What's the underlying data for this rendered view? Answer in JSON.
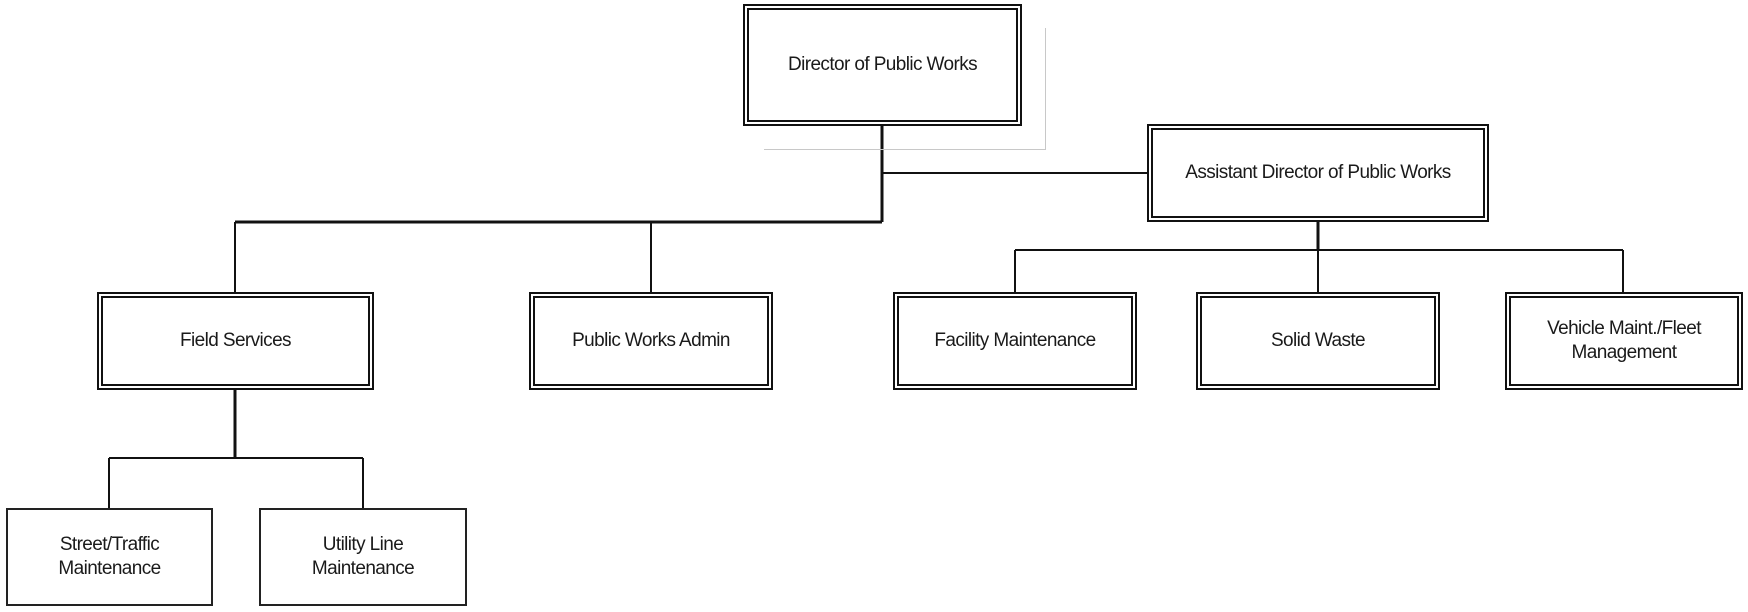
{
  "org_chart": {
    "director": "Director of Public Works",
    "assistant_director": "Assistant Director of Public Works",
    "field_services": "Field Services",
    "public_works_admin": "Public Works Admin",
    "facility_maintenance": "Facility Maintenance",
    "solid_waste": "Solid Waste",
    "vehicle_maint": "Vehicle Maint./Fleet\nManagement",
    "street_traffic": "Street/Traffic\nMaintenance",
    "utility_line": "Utility Line\nMaintenance"
  },
  "colors": {
    "line": "#111111",
    "border": "#111111",
    "background": "#ffffff"
  }
}
